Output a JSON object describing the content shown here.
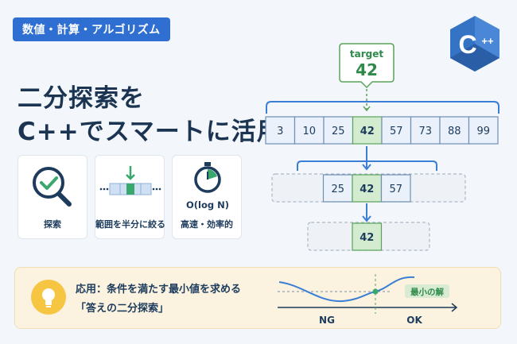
{
  "category_tag": "数値・計算・アルゴリズム",
  "title": {
    "line1": "二分探索を",
    "line2": "C++でスマートに活用"
  },
  "logo": {
    "icon": "cpp-logo-icon",
    "text": "C",
    "superscript": "++"
  },
  "features": [
    {
      "icon": "magnifier-check-icon",
      "label": "探索"
    },
    {
      "icon": "half-range-icon",
      "label": "範囲を半分に絞る"
    },
    {
      "icon": "stopwatch-icon",
      "formula": "O(log N)",
      "label": "高速・効率的"
    }
  ],
  "diagram": {
    "target_label": "target",
    "target_value": "42",
    "array": [
      "3",
      "10",
      "25",
      "42",
      "57",
      "73",
      "88",
      "99"
    ],
    "step2": [
      "25",
      "42",
      "57"
    ],
    "step3": [
      "42"
    ],
    "colors": {
      "highlight": "#d3ecd0",
      "highlight_border": "#5aa45a",
      "cell": "#eaf1fb",
      "cell_border": "#6f8fb3",
      "arrow": "#3b7fd4"
    }
  },
  "application": {
    "icon": "lightbulb-icon",
    "line1": "応用：条件を満たす最小値を求める",
    "line2": "「答えの二分探索」",
    "chart": {
      "min_label": "最小の解",
      "ng_label": "NG",
      "ok_label": "OK"
    }
  }
}
